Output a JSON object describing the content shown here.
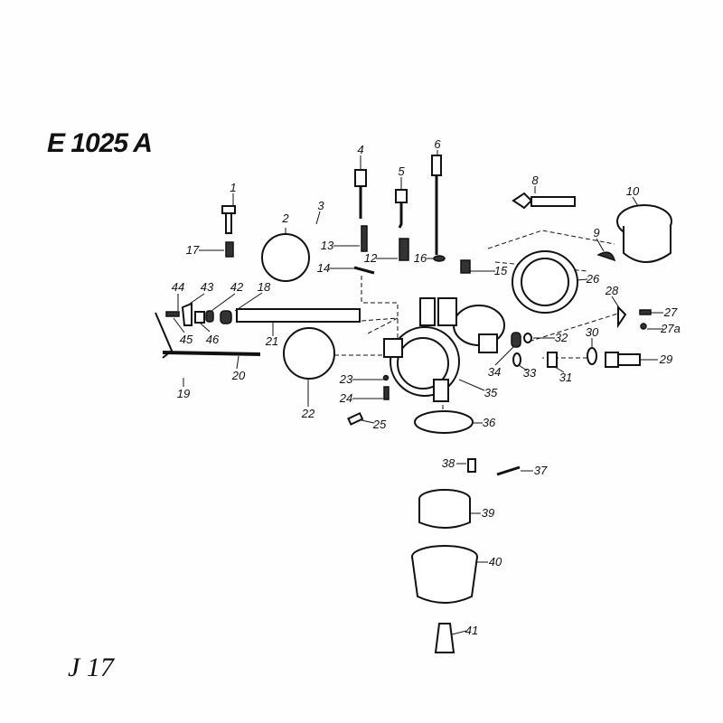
{
  "diagram": {
    "title": "E 1025 A",
    "plate_number": "J 17",
    "part_labels": [
      "1",
      "2",
      "3",
      "4",
      "5",
      "6",
      "8",
      "9",
      "10",
      "12",
      "13",
      "14",
      "15",
      "16",
      "17",
      "18",
      "19",
      "20",
      "21",
      "22",
      "23",
      "24",
      "25",
      "26",
      "27",
      "27a",
      "28",
      "29",
      "30",
      "31",
      "32",
      "33",
      "34",
      "35",
      "36",
      "37",
      "38",
      "39",
      "40",
      "41",
      "42",
      "43",
      "44",
      "45",
      "46"
    ]
  }
}
